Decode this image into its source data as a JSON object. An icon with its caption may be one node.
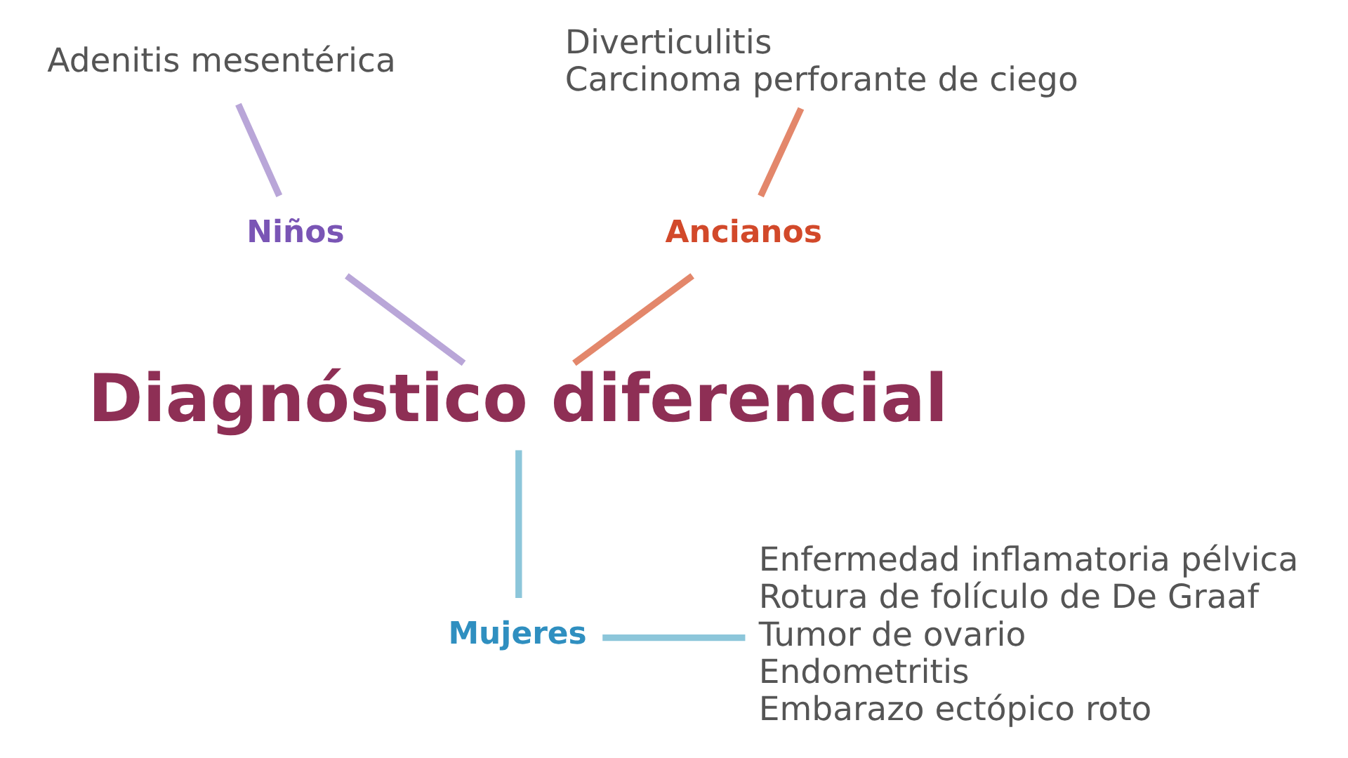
{
  "diagram": {
    "nodes": [
      {
        "text": [
          "Diagnóstico diferencial"
        ]
      },
      {
        "text": [
          "Niños"
        ]
      },
      {
        "text": [
          "Adenitis mesentérica"
        ]
      },
      {
        "text": [
          "Ancianos"
        ]
      },
      {
        "text": [
          "Diverticulitis",
          "Carcinoma perforante de ciego"
        ]
      },
      {
        "text": [
          "Mujeres"
        ]
      },
      {
        "text": [
          "Enfermedad inflamatoria pélvica",
          "Rotura de folículo de De Graaf",
          "Tumor de ovario",
          "Endometritis",
          "Embarazo ectópico roto"
        ]
      }
    ],
    "edges": [
      {
        "from": 0,
        "to": 1,
        "arrow": "none",
        "color": "#b9a6d8"
      },
      {
        "from": 1,
        "to": 2,
        "arrow": "none",
        "color": "#b9a6d8"
      },
      {
        "from": 0,
        "to": 3,
        "arrow": "none",
        "color": "#e3876b"
      },
      {
        "from": 3,
        "to": 4,
        "arrow": "none",
        "color": "#e3876b"
      },
      {
        "from": 0,
        "to": 5,
        "arrow": "none",
        "color": "#8cc6da"
      },
      {
        "from": 5,
        "to": 6,
        "arrow": "none",
        "color": "#8cc6da"
      }
    ]
  }
}
